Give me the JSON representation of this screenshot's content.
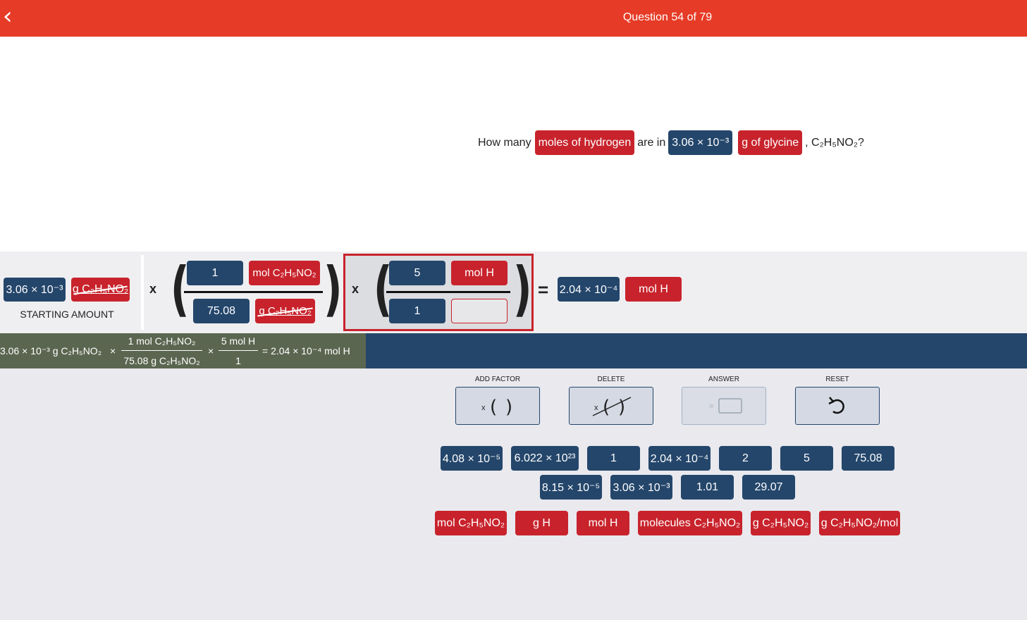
{
  "header": {
    "back_icon": "chevron-left-icon",
    "question_counter": "Question 54 of 79"
  },
  "question": {
    "text_before": "How many",
    "chip_target": "moles of hydrogen",
    "text_mid": "are in",
    "chip_amount": "3.06 × 10⁻³",
    "chip_unit": "g of glycine",
    "text_after": ", C₂H₅NO₂?"
  },
  "work": {
    "starting_value": "3.06 × 10⁻³",
    "starting_unit": "g C₂H₅NO₂",
    "starting_label": "STARTING AMOUNT",
    "times": "x",
    "factor1": {
      "num_value": "1",
      "num_unit": "mol C₂H₅NO₂",
      "den_value": "75.08",
      "den_unit": "g C₂H₅NO₂"
    },
    "factor2": {
      "num_value": "5",
      "num_unit": "mol H",
      "den_value": "1",
      "den_unit": ""
    },
    "equals": "=",
    "answer_value": "2.04 × 10⁻⁴",
    "answer_unit": "mol H"
  },
  "summary": {
    "start": "3.06 × 10⁻³ g C₂H₅NO₂",
    "times": "×",
    "f1_num": "1 mol C₂H₅NO₂",
    "f1_den": "75.08 g C₂H₅NO₂",
    "f2_num": "5 mol H",
    "f2_den": "1",
    "result": "= 2.04 × 10⁻⁴ mol H"
  },
  "tools": {
    "add_factor": {
      "label": "ADD FACTOR",
      "icon": "add-factor-icon"
    },
    "delete": {
      "label": "DELETE",
      "icon": "delete-factor-icon"
    },
    "answer": {
      "label": "ANSWER",
      "icon": "answer-icon"
    },
    "reset": {
      "label": "RESET",
      "icon": "reset-icon"
    }
  },
  "number_tiles": [
    "4.08 × 10⁻⁵",
    "6.022 × 10²³",
    "1",
    "2.04 × 10⁻⁴",
    "2",
    "5",
    "75.08",
    "8.15 × 10⁻⁵",
    "3.06 × 10⁻³",
    "1.01",
    "29.07"
  ],
  "unit_tiles": [
    "mol C₂H₅NO₂",
    "g H",
    "mol H",
    "molecules C₂H₅NO₂",
    "g C₂H₅NO₂",
    "g C₂H₅NO₂/mol"
  ],
  "colors": {
    "brand_red": "#e63b26",
    "unit_red": "#c8232c",
    "number_blue": "#24466b",
    "summary_green": "#5b6650"
  }
}
